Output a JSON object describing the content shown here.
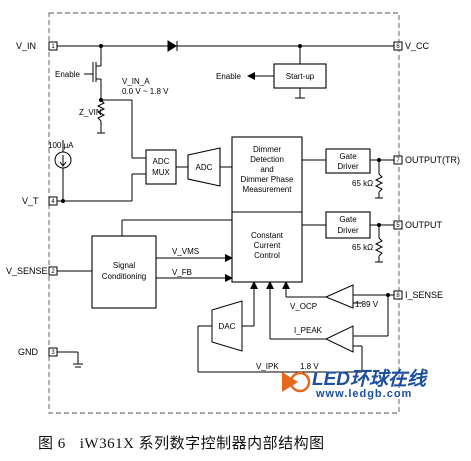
{
  "pins": {
    "vin": "V_IN",
    "vin_num": "1",
    "vt": "V_T",
    "vt_num": "4",
    "vsense": "V_SENSE",
    "vsense_num": "2",
    "gnd": "GND",
    "gnd_num": "3",
    "vcc": "V_CC",
    "vcc_num": "6",
    "out_tr": "OUTPUT(TR)",
    "out_tr_num": "7",
    "out": "OUTPUT",
    "out_num": "5",
    "isense": "I_SENSE",
    "isense_num": "8"
  },
  "labels": {
    "enable_left": "Enable",
    "enable_right": "Enable",
    "vin_a": "V_IN_A",
    "vin_a_range": "0.0 V ~ 1.8 V",
    "zvin": "Z_VIN",
    "current_source": "100 μA",
    "vvms": "V_VMS",
    "vfb": "V_FB",
    "vocp": "V_OCP",
    "ipeak": "I_PEAK",
    "vipk": "V_IPK",
    "ref_189": "1.89 V",
    "ref_18": "1.8 V",
    "res_65_a": "65 kΩ",
    "res_65_b": "65 kΩ"
  },
  "blocks": {
    "startup": "Start-up",
    "adc_mux": [
      "ADC",
      "MUX"
    ],
    "adc": "ADC",
    "dimmer": [
      "Dimmer",
      "Detection",
      "and",
      "Dimmer Phase",
      "Measurement"
    ],
    "ccc": [
      "Constant",
      "Current",
      "Control"
    ],
    "gate_driver_1": [
      "Gate",
      "Driver"
    ],
    "gate_driver_2": [
      "Gate",
      "Driver"
    ],
    "signal_cond": [
      "Signal",
      "Conditioning"
    ],
    "dac": "DAC"
  },
  "watermark": {
    "brand": "LED环球在线",
    "url": "www.ledgb.com"
  },
  "caption": {
    "figure": "图 6",
    "text": "iW361X 系列数字控制器内部结构图"
  }
}
